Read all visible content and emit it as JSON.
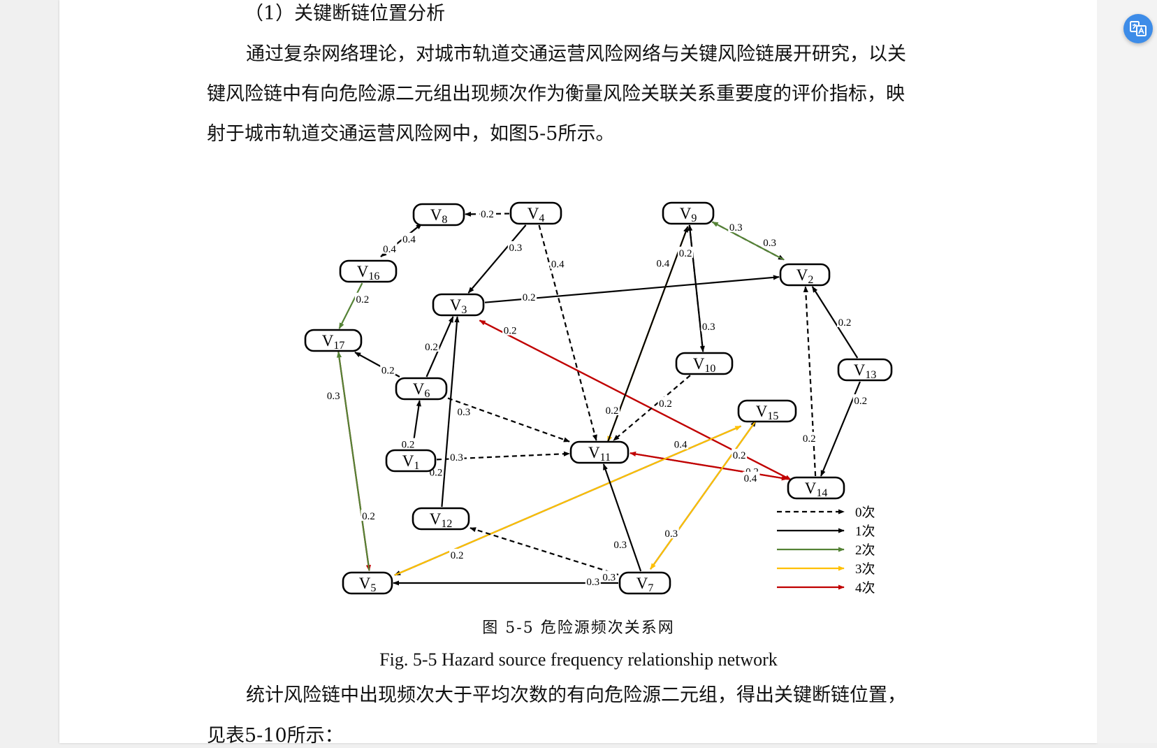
{
  "document": {
    "section_heading": "（1）关键断链位置分析",
    "para1_line1": "通过复杂网络理论，对城市轨道交通运营风险网络与关键风险链展开研究，以关",
    "para1_line2": "键风险链中有向危险源二元组出现频次作为衡量风险关联关系重要度的评价指标，映",
    "para1_line3": "射于城市轨道交通运营风险网中，如图5-5所示。",
    "figure_caption_cn": "图 5-5  危险源频次关系网",
    "figure_caption_en": "Fig. 5-5 Hazard source frequency relationship network",
    "para2_line1": "统计风险链中出现频次大于平均次数的有向危险源二元组，得出关键断链位置，",
    "para2_line2": "见表5-10所示："
  },
  "toolbar": {
    "translate_icon": "translate-icon",
    "translate_color": "#3d8ce8"
  },
  "chart_data": {
    "type": "network",
    "nodes": [
      {
        "id": "V1",
        "base": "V",
        "sub": "1"
      },
      {
        "id": "V2",
        "base": "V",
        "sub": "2"
      },
      {
        "id": "V3",
        "base": "V",
        "sub": "3"
      },
      {
        "id": "V4",
        "base": "V",
        "sub": "4"
      },
      {
        "id": "V5",
        "base": "V",
        "sub": "5"
      },
      {
        "id": "V6",
        "base": "V",
        "sub": "6"
      },
      {
        "id": "V7",
        "base": "V",
        "sub": "7"
      },
      {
        "id": "V8",
        "base": "V",
        "sub": "8"
      },
      {
        "id": "V9",
        "base": "V",
        "sub": "9"
      },
      {
        "id": "V10",
        "base": "V",
        "sub": "10"
      },
      {
        "id": "V11",
        "base": "V",
        "sub": "11"
      },
      {
        "id": "V12",
        "base": "V",
        "sub": "12"
      },
      {
        "id": "V13",
        "base": "V",
        "sub": "13"
      },
      {
        "id": "V14",
        "base": "V",
        "sub": "14"
      },
      {
        "id": "V15",
        "base": "V",
        "sub": "15"
      },
      {
        "id": "V16",
        "base": "V",
        "sub": "16"
      },
      {
        "id": "V17",
        "base": "V",
        "sub": "17"
      }
    ],
    "frequency_colors": {
      "0": "#000000",
      "1": "#000000",
      "2": "#548235",
      "3": "#ffc000",
      "4": "#c00000"
    },
    "legend": [
      {
        "label": "0次",
        "freq": 0,
        "dashed": true
      },
      {
        "label": "1次",
        "freq": 1,
        "dashed": false
      },
      {
        "label": "2次",
        "freq": 2,
        "dashed": false
      },
      {
        "label": "3次",
        "freq": 3,
        "dashed": false
      },
      {
        "label": "4次",
        "freq": 4,
        "dashed": false
      }
    ],
    "edges": [
      {
        "from": "V4",
        "to": "V8",
        "weight": "0.2",
        "freq": 0
      },
      {
        "from": "V16",
        "to": "V8",
        "weight": "0.4",
        "freq": 0
      },
      {
        "from": "V8",
        "to": "V16",
        "weight": "0.4",
        "freq": 1
      },
      {
        "from": "V4",
        "to": "V3",
        "weight": "0.3",
        "freq": 1
      },
      {
        "from": "V4",
        "to": "V11",
        "weight": "0.4",
        "freq": 0
      },
      {
        "from": "V16",
        "to": "V17",
        "weight": "0.2",
        "freq": 2
      },
      {
        "from": "V3",
        "to": "V2",
        "weight": "0.2",
        "freq": 1
      },
      {
        "from": "V14",
        "to": "V3",
        "weight": "0.2",
        "freq": 4
      },
      {
        "from": "V3",
        "to": "V14",
        "weight": "",
        "freq": 4
      },
      {
        "from": "V6",
        "to": "V3",
        "weight": "0.2",
        "freq": 1
      },
      {
        "from": "V6",
        "to": "V17",
        "weight": "0.2",
        "freq": 1
      },
      {
        "from": "V6",
        "to": "V11",
        "weight": "0.3",
        "freq": 0
      },
      {
        "from": "V1",
        "to": "V6",
        "weight": "0.2",
        "freq": 1
      },
      {
        "from": "V1",
        "to": "V11",
        "weight": "0.3",
        "freq": 0
      },
      {
        "from": "V12",
        "to": "V3",
        "weight": "0.2",
        "freq": 1
      },
      {
        "from": "V17",
        "to": "V5",
        "weight": "0.3",
        "freq": 4
      },
      {
        "from": "V5",
        "to": "V17",
        "weight": "0.2",
        "freq": 2
      },
      {
        "from": "V9",
        "to": "V2",
        "weight": "0.3",
        "freq": 0
      },
      {
        "from": "V2",
        "to": "V9",
        "weight": "0.3",
        "freq": 2
      },
      {
        "from": "V9",
        "to": "V11",
        "weight": "0.4",
        "freq": 3
      },
      {
        "from": "V11",
        "to": "V9",
        "weight": "0.2",
        "freq": 1
      },
      {
        "from": "V9",
        "to": "V10",
        "weight": "0.2",
        "freq": 0
      },
      {
        "from": "V10",
        "to": "V9",
        "weight": "0.3",
        "freq": 1
      },
      {
        "from": "V10",
        "to": "V11",
        "weight": "0.2",
        "freq": 0
      },
      {
        "from": "V14",
        "to": "V2",
        "weight": "0.2",
        "freq": 0
      },
      {
        "from": "V13",
        "to": "V2",
        "weight": "0.2",
        "freq": 1
      },
      {
        "from": "V13",
        "to": "V14",
        "weight": "0.2",
        "freq": 1
      },
      {
        "from": "V11",
        "to": "V14",
        "weight": "0.2",
        "freq": 4
      },
      {
        "from": "V14",
        "to": "V11",
        "weight": "0.4",
        "freq": 4
      },
      {
        "from": "V15",
        "to": "V5",
        "weight": "0.4",
        "freq": 1
      },
      {
        "from": "V5",
        "to": "V15",
        "weight": "0.2",
        "freq": 3
      },
      {
        "from": "V7",
        "to": "V15",
        "weight": "0.3",
        "freq": 1
      },
      {
        "from": "V15",
        "to": "V7",
        "weight": "0.2",
        "freq": 3
      },
      {
        "from": "V7",
        "to": "V11",
        "weight": "0.3",
        "freq": 1
      },
      {
        "from": "V7",
        "to": "V12",
        "weight": "0.3",
        "freq": 0
      },
      {
        "from": "V7",
        "to": "V5",
        "weight": "0.3",
        "freq": 1
      }
    ]
  }
}
